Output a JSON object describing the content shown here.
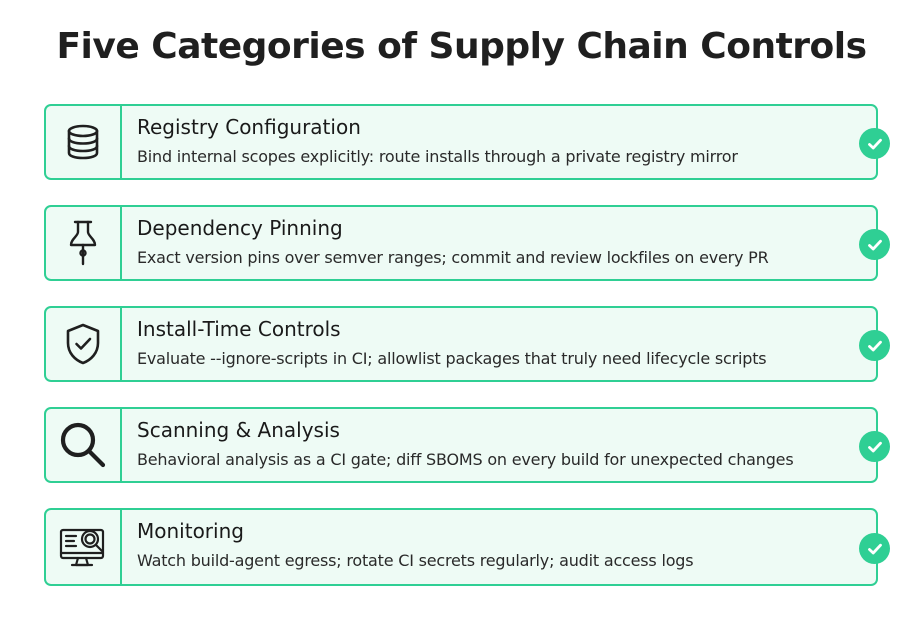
{
  "title": "Five Categories of Supply Chain Controls",
  "colors": {
    "accent": "#2fcf94",
    "card_background": "#eefbf5",
    "icon_stroke": "#1f1f1f"
  },
  "cards": [
    {
      "icon": "database-icon",
      "title": "Registry Configuration",
      "description": "Bind internal scopes explicitly: route installs through a private registry mirror",
      "status_icon": "checkmark-icon"
    },
    {
      "icon": "pushpin-icon",
      "title": "Dependency Pinning",
      "description": "Exact version pins over semver ranges; commit and review lockfiles on every PR",
      "status_icon": "checkmark-icon"
    },
    {
      "icon": "shield-check-icon",
      "title": "Install-Time Controls",
      "description": "Evaluate --ignore-scripts in CI; allowlist packages that truly need lifecycle scripts",
      "status_icon": "checkmark-icon"
    },
    {
      "icon": "magnifier-icon",
      "title": "Scanning & Analysis",
      "description": "Behavioral analysis as a CI gate; diff SBOMS on every build for unexpected changes",
      "status_icon": "checkmark-icon"
    },
    {
      "icon": "monitor-search-icon",
      "title": "Monitoring",
      "description": "Watch build-agent egress; rotate CI secrets regularly; audit access logs",
      "status_icon": "checkmark-icon"
    }
  ]
}
